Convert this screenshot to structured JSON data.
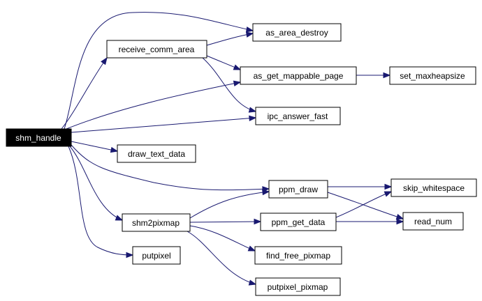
{
  "colors": {
    "edge": "#191970",
    "root_fill": "#000000",
    "node_fill": "#ffffff"
  },
  "nodes": {
    "shm_handle": "shm_handle",
    "receive_comm_area": "receive_comm_area",
    "as_area_destroy": "as_area_destroy",
    "as_get_mappable_page": "as_get_mappable_page",
    "set_maxheapsize": "set_maxheapsize",
    "ipc_answer_fast": "ipc_answer_fast",
    "draw_text_data": "draw_text_data",
    "ppm_draw": "ppm_draw",
    "skip_whitespace": "skip_whitespace",
    "shm2pixmap": "shm2pixmap",
    "ppm_get_data": "ppm_get_data",
    "read_num": "read_num",
    "putpixel": "putpixel",
    "find_free_pixmap": "find_free_pixmap",
    "putpixel_pixmap": "putpixel_pixmap"
  },
  "edges": [
    [
      "shm_handle",
      "receive_comm_area"
    ],
    [
      "shm_handle",
      "as_area_destroy"
    ],
    [
      "shm_handle",
      "as_get_mappable_page"
    ],
    [
      "shm_handle",
      "ipc_answer_fast"
    ],
    [
      "shm_handle",
      "draw_text_data"
    ],
    [
      "shm_handle",
      "ppm_draw"
    ],
    [
      "shm_handle",
      "shm2pixmap"
    ],
    [
      "shm_handle",
      "putpixel"
    ],
    [
      "receive_comm_area",
      "as_area_destroy"
    ],
    [
      "receive_comm_area",
      "as_get_mappable_page"
    ],
    [
      "receive_comm_area",
      "ipc_answer_fast"
    ],
    [
      "as_get_mappable_page",
      "set_maxheapsize"
    ],
    [
      "ppm_draw",
      "skip_whitespace"
    ],
    [
      "ppm_draw",
      "read_num"
    ],
    [
      "shm2pixmap",
      "ppm_draw"
    ],
    [
      "shm2pixmap",
      "ppm_get_data"
    ],
    [
      "shm2pixmap",
      "find_free_pixmap"
    ],
    [
      "shm2pixmap",
      "putpixel_pixmap"
    ],
    [
      "ppm_get_data",
      "skip_whitespace"
    ],
    [
      "ppm_get_data",
      "read_num"
    ]
  ]
}
